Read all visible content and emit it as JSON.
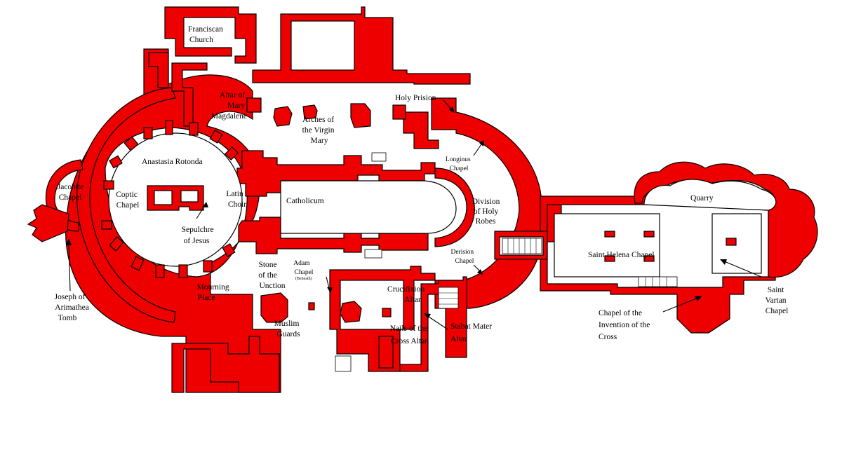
{
  "labels": {
    "franciscan_church": [
      "Franciscan",
      "Church"
    ],
    "altar_mary_magdalene": [
      "Altar of",
      "Mary",
      "Magdalene"
    ],
    "arches_virgin_mary": [
      "Arches of",
      "the Virgin",
      "Mary"
    ],
    "holy_prison": [
      "Holy Prision"
    ],
    "anastasia_rotonda": [
      "Anastasia Rotonda"
    ],
    "longinus_chapel": [
      "Longinus",
      "Chapel"
    ],
    "jacobite_chapel": [
      "Jacobite",
      "Chapel"
    ],
    "coptic_chapel": [
      "Coptic",
      "Chapel"
    ],
    "latin_choir": [
      "Latin",
      "Choir"
    ],
    "catholicum": [
      "Catholicum"
    ],
    "division_holy_robes": [
      "Division",
      "of Holy",
      "Robes"
    ],
    "quarry": [
      "Quarry"
    ],
    "sepulchre_of_jesus": [
      "Sepulchre",
      "of Jesus"
    ],
    "saint_helena_chapel": [
      "Saint Helena Chapel"
    ],
    "derision_chapel": [
      "Derision",
      "Chapel"
    ],
    "stone_of_unction": [
      "Stone",
      "of the",
      "Unction"
    ],
    "adam_chapel": [
      "Adam",
      "Chapel"
    ],
    "adam_chapel_note": "(Beneath)",
    "joseph_arimathea_tomb": [
      "Joseph of",
      "Arimathea",
      "Tomb"
    ],
    "mourning_place": [
      "Mourning",
      "Place"
    ],
    "crucifixion_altar": [
      "Crucifixion",
      "Altar"
    ],
    "saint_vartan_chapel": [
      "Saint",
      "Vartan",
      "Chapel"
    ],
    "chapel_invention_cross": [
      "Chapel of the",
      "Invention of the",
      "Cross"
    ],
    "muslim_guards": [
      "Muslim",
      "Guards"
    ],
    "nails_cross_altar": [
      "Nails of the",
      "Cross Altar"
    ],
    "stabat_mater_altar": [
      "Stabat Mater",
      "Altar"
    ]
  },
  "colors": {
    "wall": "#ee0000",
    "outline": "#000000",
    "background": "#ffffff"
  }
}
